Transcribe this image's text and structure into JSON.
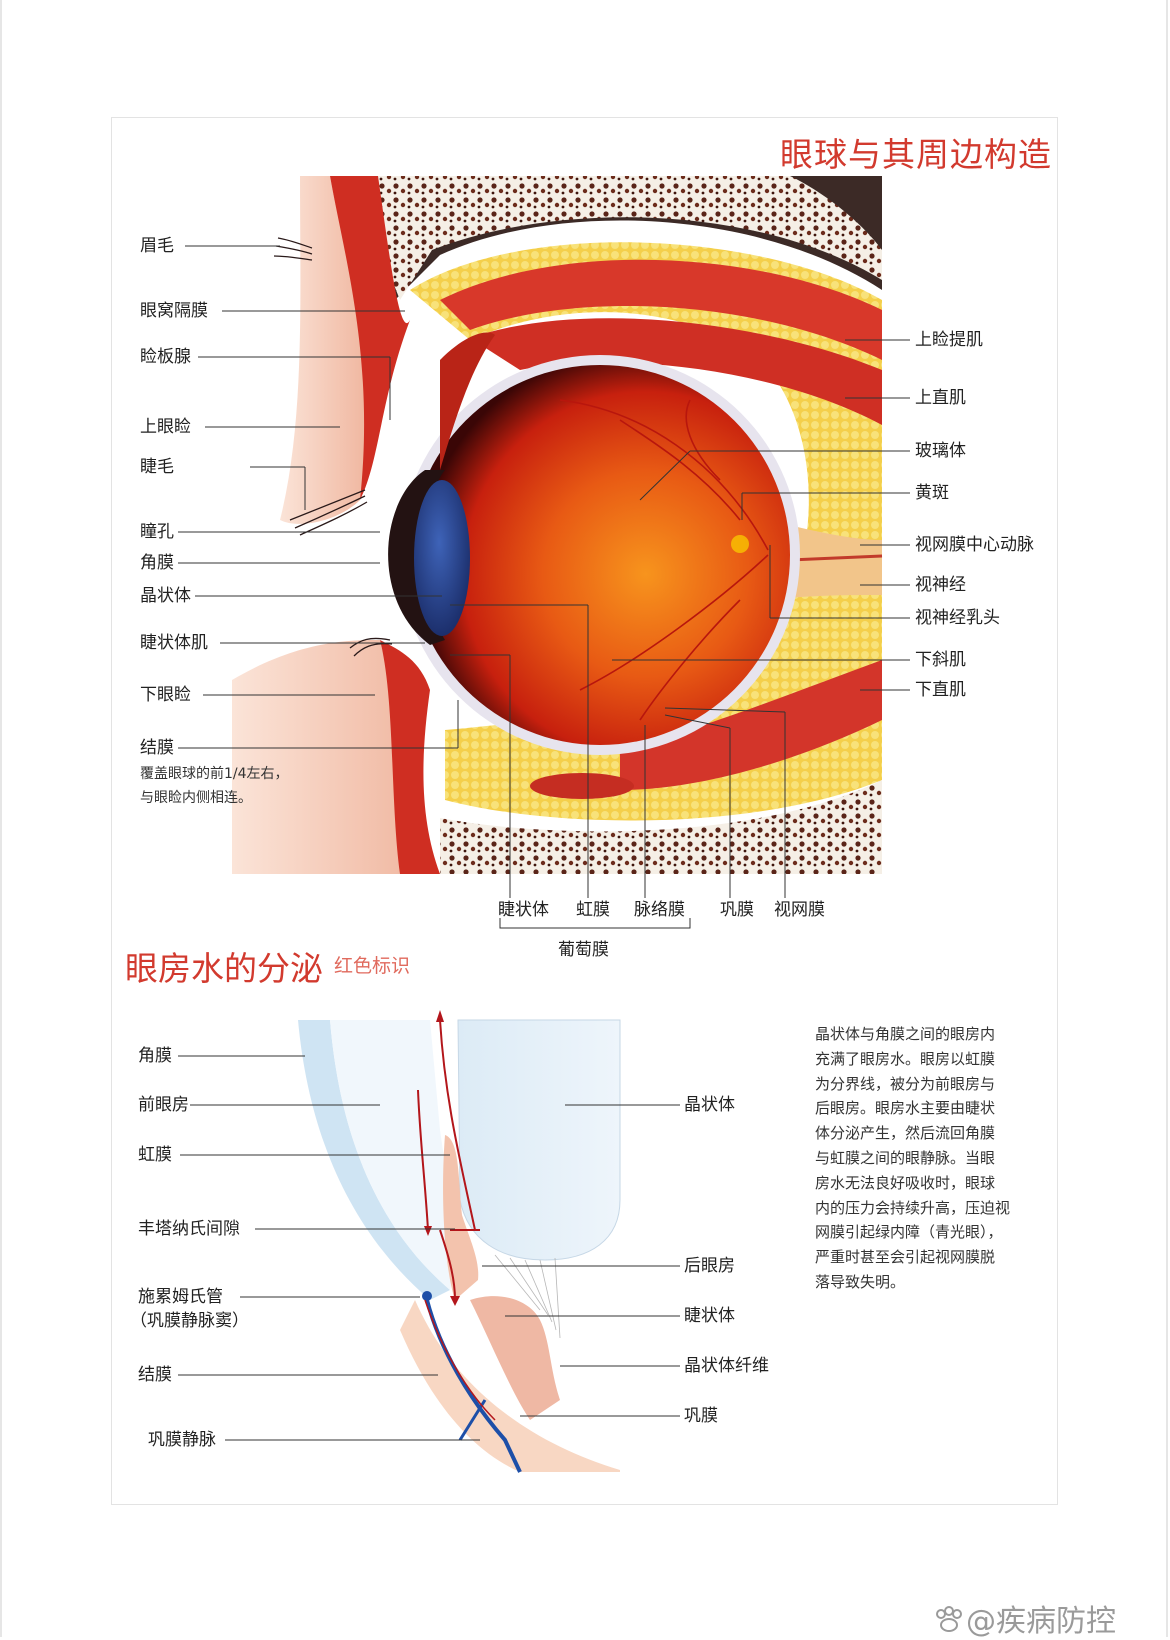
{
  "section1": {
    "title": "眼球与其周边构造",
    "left_labels": [
      "眉毛",
      "眼窝隔膜",
      "睑板腺",
      "上眼睑",
      "睫毛",
      "瞳孔",
      "角膜",
      "晶状体",
      "睫状体肌",
      "下眼睑",
      "结膜"
    ],
    "conjunctiva_note": [
      "覆盖眼球的前1/4左右，",
      "与眼睑内侧相连。"
    ],
    "right_labels": [
      "上睑提肌",
      "上直肌",
      "玻璃体",
      "黄斑",
      "视网膜中心动脉",
      "视神经",
      "视神经乳头",
      "下斜肌",
      "下直肌"
    ],
    "bottom_labels": [
      "睫状体",
      "虹膜",
      "脉络膜",
      "巩膜",
      "视网膜"
    ],
    "uvea_label": "葡萄膜"
  },
  "section2": {
    "title": "眼房水的分泌",
    "subtitle": "红色标识",
    "left_labels": [
      "角膜",
      "前眼房",
      "虹膜",
      "丰塔纳氏间隙",
      "施累姆氏管",
      "（巩膜静脉窦）",
      "结膜",
      "巩膜静脉"
    ],
    "right_labels": [
      "晶状体",
      "后眼房",
      "睫状体",
      "晶状体纤维",
      "巩膜"
    ],
    "description": [
      "晶状体与角膜之间的眼房内",
      "充满了眼房水。眼房以虹膜",
      "为分界线，被分为前眼房与",
      "后眼房。眼房水主要由睫状",
      "体分泌产生，然后流回角膜",
      "与虹膜之间的眼静脉。当眼",
      "房水无法良好吸收时，眼球",
      "内的压力会持续升高，压迫视",
      "网膜引起绿内障（青光眼），",
      "严重时甚至会引起视网膜脱",
      "落导致失明。"
    ]
  },
  "watermark": "@疾病防控",
  "colors": {
    "title_red": "#d23a2e",
    "sclera": "#e8e8f0",
    "vitreous": "#e34a16",
    "fat": "#f4d45a",
    "muscle": "#d9372b",
    "lens": "#2f4e9c",
    "aqueous_flow": "#b3161b",
    "vein": "#1d4fa8"
  }
}
